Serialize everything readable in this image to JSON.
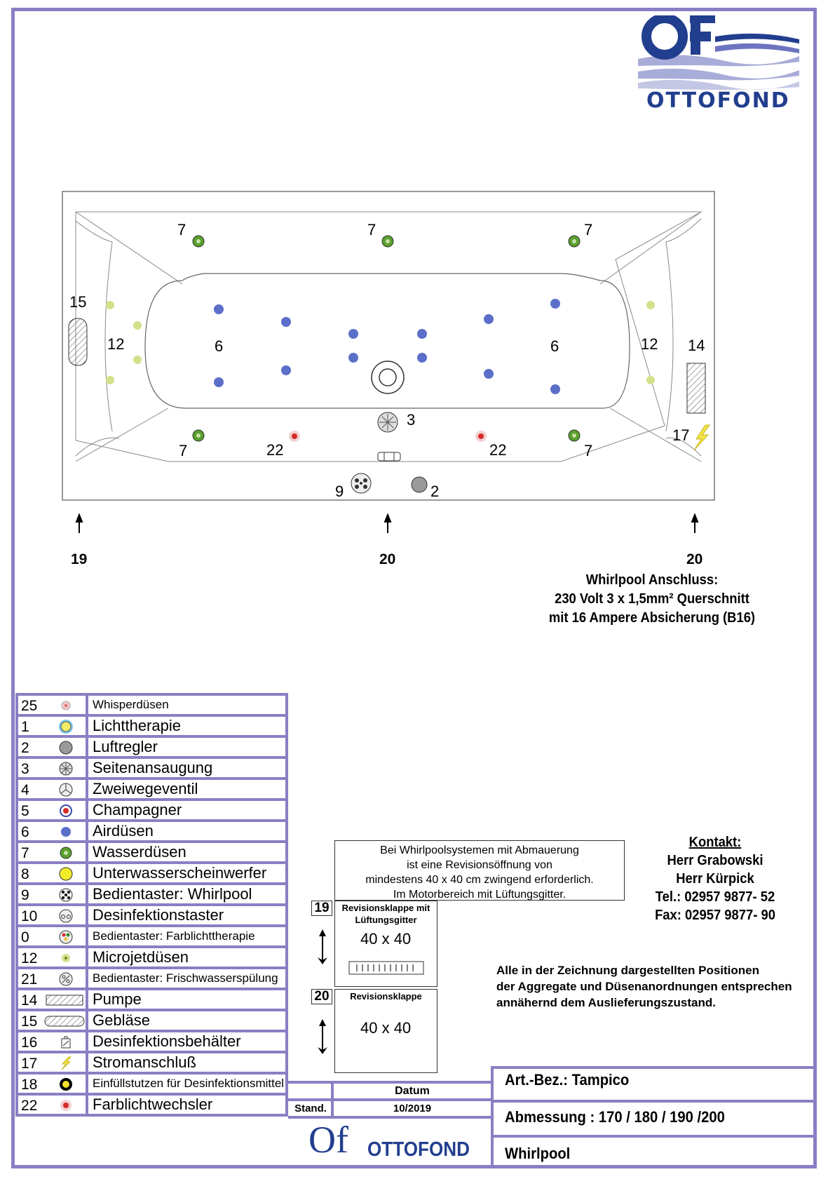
{
  "brand": {
    "name": "OTTOFOND",
    "mark": "Of"
  },
  "diagram": {
    "labels": {
      "wasser_tl": "7",
      "wasser_tc": "7",
      "wasser_tr": "7",
      "wasser_bl": "7",
      "wasser_br": "7",
      "geblaese": "15",
      "pumpe": "14",
      "micro_l": "12",
      "micro_r": "12",
      "air_l": "6",
      "air_r": "6",
      "seiten": "3",
      "farb_l": "22",
      "farb_r": "22",
      "strom": "17",
      "bedien": "9",
      "luft": "2"
    },
    "arrows": [
      {
        "label": "19"
      },
      {
        "label": "20"
      },
      {
        "label": "20"
      }
    ]
  },
  "connection": {
    "line1": "Whirlpool Anschluss:",
    "line2": "230 Volt 3 x 1,5mm² Querschnitt",
    "line3": "mit 16 Ampere Absicherung (B16)"
  },
  "legend": [
    {
      "num": "25",
      "label": "Whisperdüsen",
      "icon": "whisper-jet-icon",
      "small": true
    },
    {
      "num": "1",
      "label": "Lichttherapie",
      "icon": "light-therapy-icon"
    },
    {
      "num": "2",
      "label": "Luftregler",
      "icon": "air-regulator-icon"
    },
    {
      "num": "3",
      "label": "Seitenansaugung",
      "icon": "side-suction-icon"
    },
    {
      "num": "4",
      "label": "Zweiwegeventil",
      "icon": "two-way-valve-icon"
    },
    {
      "num": "5",
      "label": "Champagner",
      "icon": "champagne-icon"
    },
    {
      "num": "6",
      "label": "Airdüsen",
      "icon": "air-jet-icon"
    },
    {
      "num": "7",
      "label": "Wasserdüsen",
      "icon": "water-jet-icon"
    },
    {
      "num": "8",
      "label": "Unterwasserscheinwerfer",
      "icon": "underwater-light-icon"
    },
    {
      "num": "9",
      "label": "Bedientaster: Whirlpool",
      "icon": "whirlpool-button-icon"
    },
    {
      "num": "10",
      "label": "Desinfektionstaster",
      "icon": "disinfection-button-icon"
    },
    {
      "num": "0",
      "label": "Bedientaster: Farblichttherapie",
      "icon": "color-light-button-icon",
      "small": true
    },
    {
      "num": "12",
      "label": "Microjetdüsen",
      "icon": "microjet-icon"
    },
    {
      "num": "21",
      "label": "Bedientaster: Frischwasserspülung",
      "icon": "freshwater-button-icon",
      "small": true
    },
    {
      "num": "14",
      "label": "Pumpe",
      "icon": "pump-icon"
    },
    {
      "num": "15",
      "label": "Gebläse",
      "icon": "blower-icon"
    },
    {
      "num": "16",
      "label": "Desinfektionsbehälter",
      "icon": "disinfection-container-icon"
    },
    {
      "num": "17",
      "label": "Stromanschluß",
      "icon": "power-connection-icon"
    },
    {
      "num": "18",
      "label": "Einfüllstutzen für Desinfektionsmittel",
      "icon": "filler-neck-icon",
      "small": true
    },
    {
      "num": "22",
      "label": "Farblichtwechsler",
      "icon": "color-changer-icon"
    }
  ],
  "note": {
    "line1": "Bei Whirlpoolsystemen mit Abmauerung",
    "line2": "ist eine Revisionsöffnung von",
    "line3": "mindestens 40 x 40 cm zwingend erforderlich.",
    "line4": "Im Motorbereich mit Lüftungsgitter."
  },
  "revision": [
    {
      "num": "19",
      "title1": "Revisionsklappe mit",
      "title2": "Lüftungsgitter",
      "size": "40 x 40"
    },
    {
      "num": "20",
      "title1": "Revisionsklappe",
      "title2": "",
      "size": "40 x 40"
    }
  ],
  "contact": {
    "heading": "Kontakt:",
    "person1": "Herr Grabowski",
    "person2": "Herr Kürpick",
    "tel": "Tel.: 02957 9877- 52",
    "fax": "Fax: 02957 9877- 90"
  },
  "remark": {
    "line1": "Alle in der Zeichnung dargestellten Positionen",
    "line2": "der Aggregate und Düsenanordnungen entsprechen",
    "line3": "annähernd dem Auslieferungszustand."
  },
  "titleblock": {
    "datum_label": "Datum",
    "stand_label": "Stand.",
    "date": "10/2019",
    "art": "Art.-Bez.: Tampico",
    "abmessung": "Abmessung : 170 / 180 / 190 /200",
    "type": "Whirlpool"
  },
  "colors": {
    "frame": "#8a7fc4",
    "brand_blue": "#223e8e",
    "air_jet": "#5b6fc9",
    "water_jet": "#5aa02c",
    "microjet": "#d4e08a",
    "red_light": "#d52b2b"
  }
}
